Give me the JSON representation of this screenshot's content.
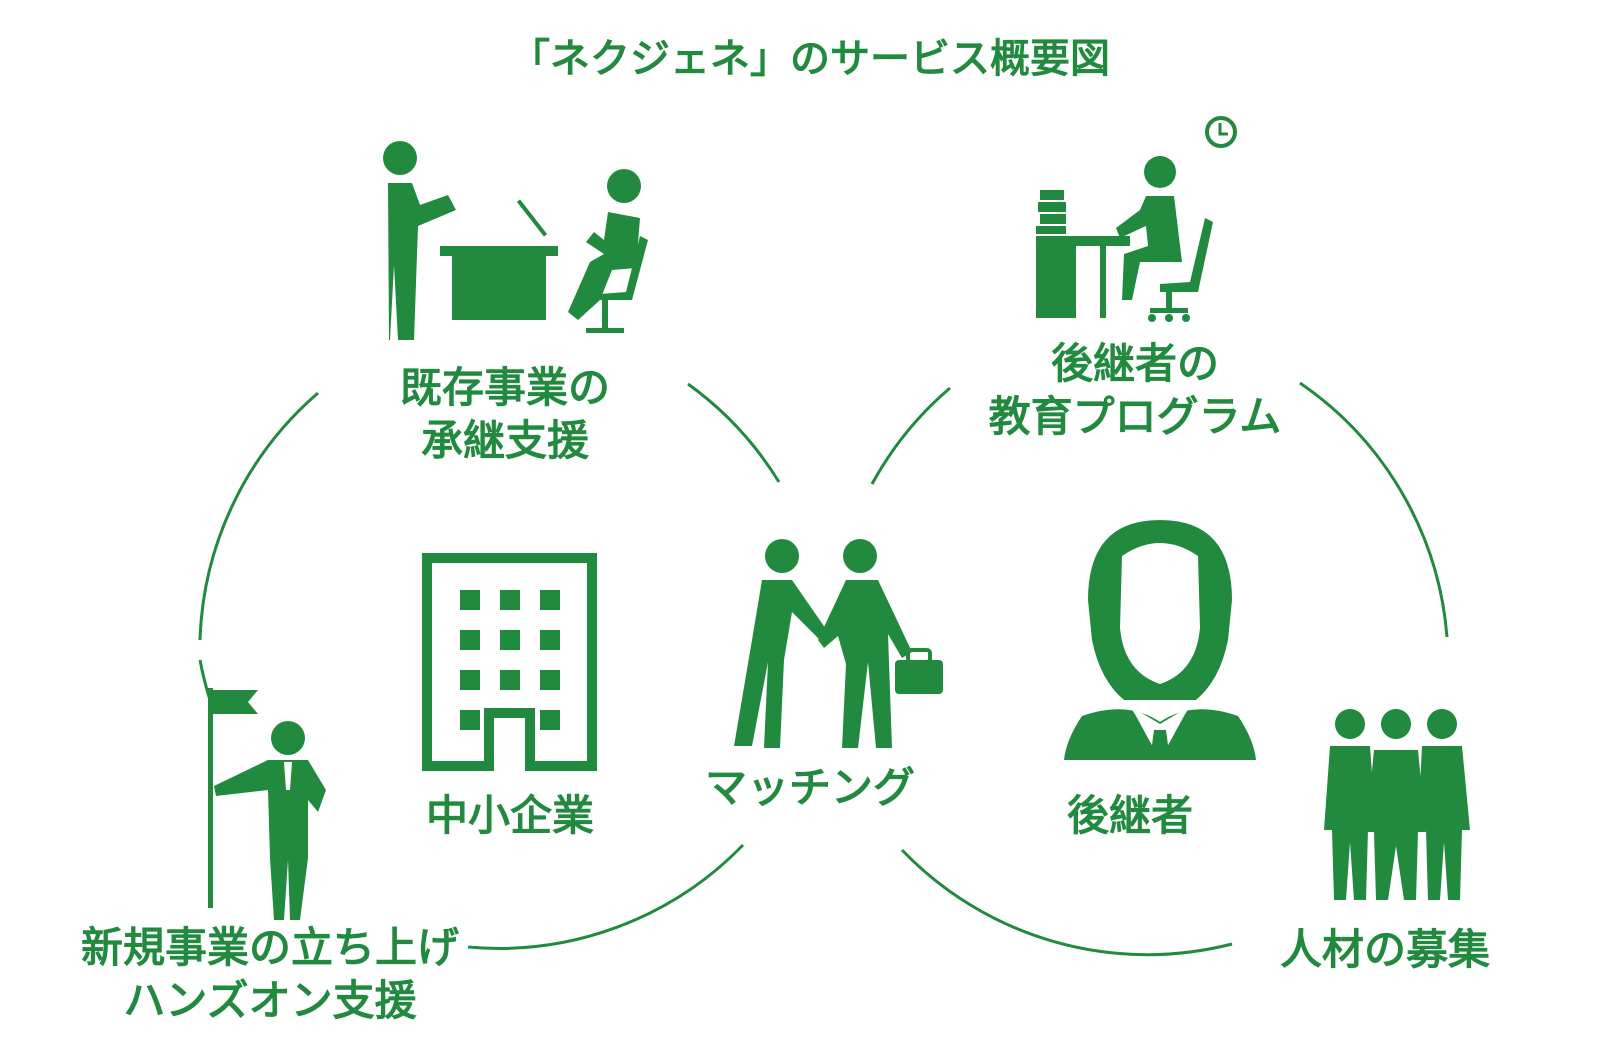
{
  "title": "「ネクジェネ」のサービス概要図",
  "colors": {
    "primary": "#218a3f",
    "background": "#ffffff"
  },
  "nodes": {
    "existing_business": {
      "line1": "既存事業の",
      "line2": "承継支援",
      "icon": "meeting-desk-icon"
    },
    "education": {
      "line1": "後継者の",
      "line2": "教育プログラム",
      "icon": "desk-worker-clock-icon"
    },
    "sme": {
      "label": "中小企業",
      "icon": "office-building-icon"
    },
    "matching": {
      "label": "マッチング",
      "icon": "handshake-icon"
    },
    "successor": {
      "label": "後継者",
      "icon": "businessman-bust-icon"
    },
    "new_business": {
      "line1": "新規事業の立ち上げ",
      "line2": "ハンズオン支援",
      "icon": "flag-person-icon"
    },
    "recruitment": {
      "label": "人材の募集",
      "icon": "three-people-icon"
    }
  }
}
